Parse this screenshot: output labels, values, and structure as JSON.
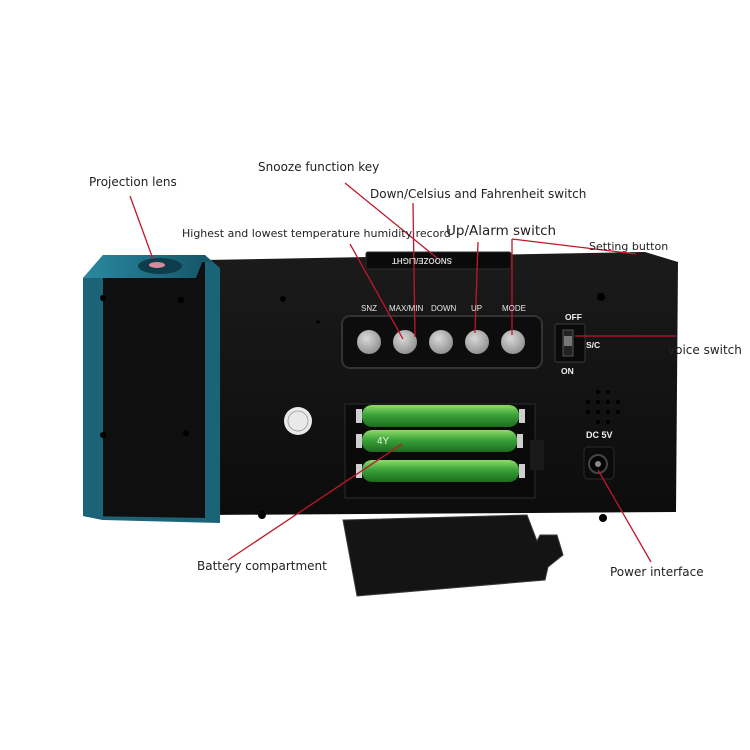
{
  "callouts": {
    "projection_lens": "Projection lens",
    "snooze_key": "Snooze function key",
    "down_celsius": "Down/Celsius and Fahrenheit switch",
    "high_low_record": "Highest and lowest temperature humidity record",
    "up_alarm": "Up/Alarm switch",
    "setting_button": "Setting button",
    "voice_switch": "voice switch",
    "battery_compartment": "Battery compartment",
    "power_interface": "Power interface"
  },
  "device": {
    "buttons": [
      "SNZ",
      "MAX/MIN",
      "DOWN",
      "UP",
      "MODE"
    ],
    "snooze_bar": "SNOOZE/LIGHT",
    "switch_labels": {
      "off": "OFF",
      "sc": "S/C",
      "on": "ON"
    },
    "power_label": "DC 5V",
    "battery_text": "4Y"
  },
  "colors": {
    "body": "#151515",
    "lens_panel": "#1e6e84",
    "button": "#b3b3b3",
    "battery": "#3fa63f",
    "leader_line": "#c0172a"
  }
}
